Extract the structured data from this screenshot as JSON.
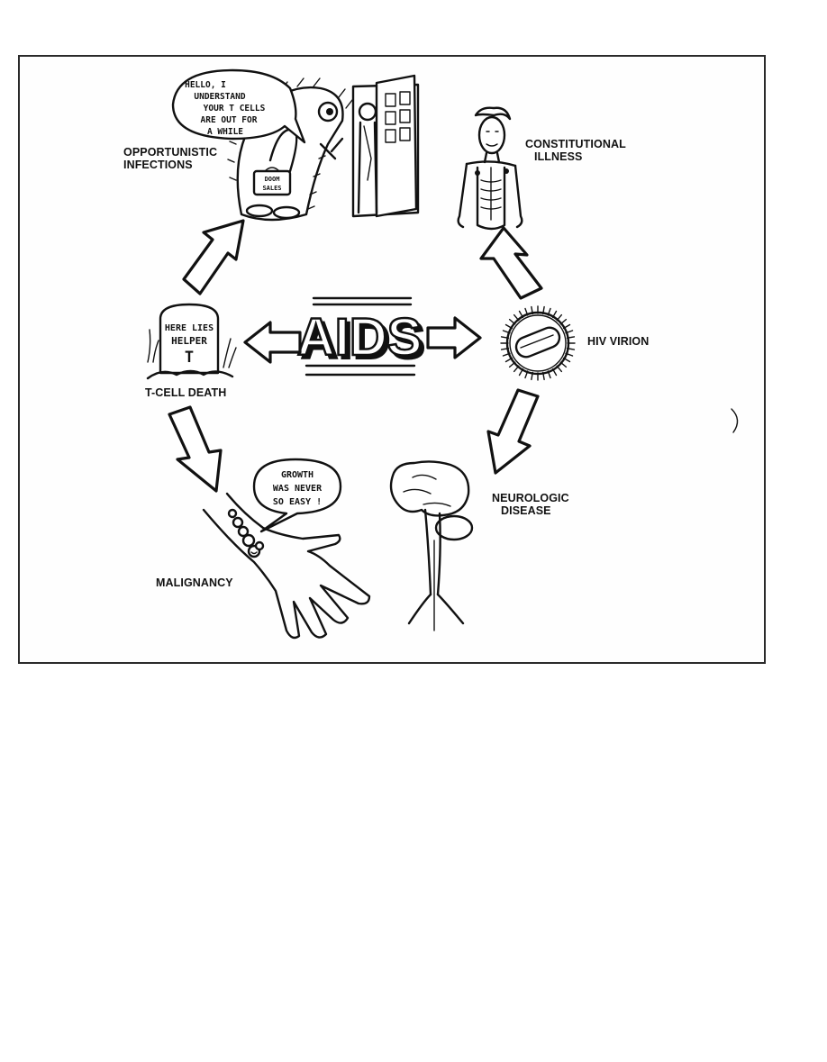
{
  "center_title": "AIDS",
  "labels": {
    "opportunistic": [
      "OPPORTUNISTIC",
      "INFECTIONS"
    ],
    "constitutional": [
      "CONSTITUTIONAL",
      "ILLNESS"
    ],
    "hiv_virion": "HIV VIRION",
    "tcell_death": "T-CELL DEATH",
    "neurologic": [
      "NEUROLOGIC",
      "DISEASE"
    ],
    "malignancy": "MALIGNANCY"
  },
  "speech": {
    "germ": [
      "HELLO, I",
      "UNDERSTAND",
      "YOUR T CELLS",
      "ARE OUT FOR",
      "A WHILE"
    ],
    "malignancy": [
      "GROWTH",
      "WAS NEVER",
      "SO EASY !"
    ]
  },
  "briefcase": [
    "DOOM",
    "SALES"
  ],
  "tombstone": [
    "HERE LIES",
    "HELPER",
    "T"
  ],
  "colors": {
    "ink": "#111111",
    "paper": "#ffffff"
  }
}
